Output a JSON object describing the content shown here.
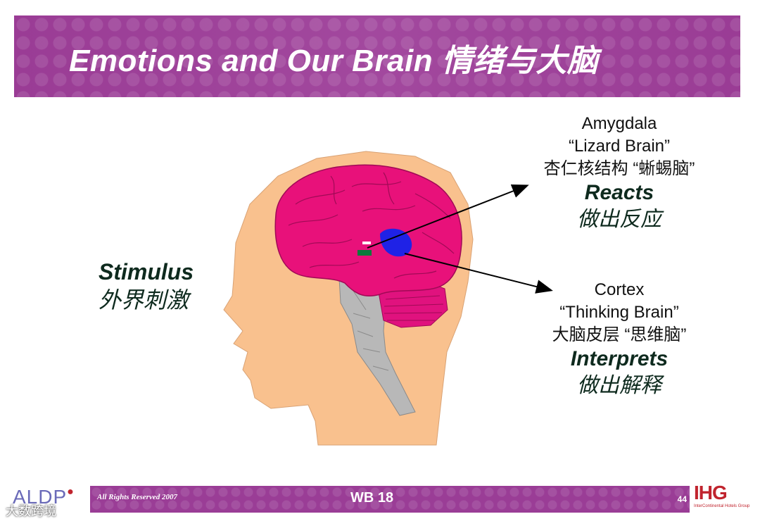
{
  "slide": {
    "title": "Emotions and Our Brain 情绪与大脑"
  },
  "stimulus": {
    "en": "Stimulus",
    "cn": "外界刺激"
  },
  "amygdala": {
    "name": "Amygdala",
    "nickname": "“Lizard Brain”",
    "cn": "杏仁核结构 “蜥蜴脑”",
    "action": "Reacts",
    "action_cn": "做出反应"
  },
  "cortex": {
    "name": "Cortex",
    "nickname": "“Thinking Brain”",
    "cn": "大脑皮层 “思维脑”",
    "action": "Interprets",
    "action_cn": "做出解释"
  },
  "footer": {
    "rights": "All Rights Reserved 2007",
    "code": "WB 18",
    "page": "44",
    "logo_left": "ALDP",
    "logo_right": "IHG",
    "logo_right_sub": "InterContinental Hotels Group",
    "watermark": "大数跨境"
  },
  "colors": {
    "banner": "#9a3d96",
    "head_skin": "#f9c18e",
    "brain": "#e8117a",
    "amygdala_spot": "#1f22e6",
    "stimulus_spot": "#0c7a3c",
    "brainstem": "#b8b8b8"
  }
}
